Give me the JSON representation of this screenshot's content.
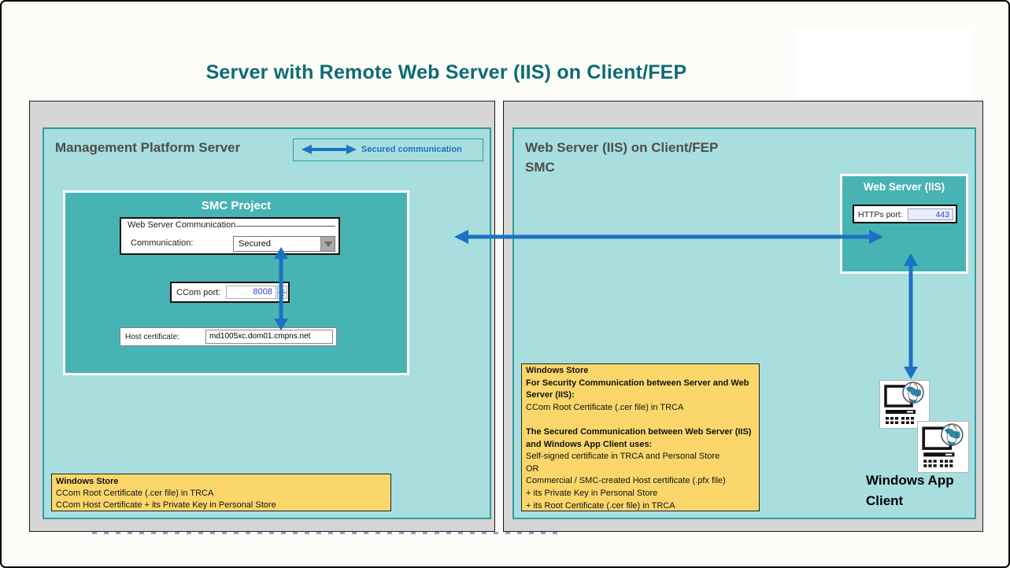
{
  "page": {
    "title": "Server with Remote Web Server (IIS) on Client/FEP"
  },
  "legend": {
    "label": "Secured communication"
  },
  "left": {
    "heading": "Management Platform Server",
    "smc": {
      "title": "SMC Project",
      "group_title": "Web Server Communication",
      "comm_label": "Communication:",
      "comm_value": "Secured",
      "ccom_label": "CCom port:",
      "ccom_value": "8008",
      "host_label": "Host certificate:",
      "host_value": "md1005xc.dom01.cmpns.net"
    },
    "store": {
      "title": "Windows Store",
      "lines": [
        "CCom Root Certificate (.cer file) in TRCA",
        "CCom Host Certificate + its Private Key in Personal Store"
      ]
    }
  },
  "right": {
    "heading1": "Web Server (IIS) on Client/FEP",
    "heading2": "SMC",
    "ws": {
      "title": "Web Server (IIS)",
      "port_label": "HTTPs port:",
      "port_value": "443"
    },
    "store": {
      "title": "Windows Store",
      "s1_head": "For Security Communication between Server and Web Server (IIS):",
      "s1_body": "CCom Root Certificate (.cer file) in TRCA",
      "s2_head": "The Secured Communication between Web Server (IIS) and Windows App Client uses:",
      "s2_lines": [
        "Self-signed certificate in TRCA and Personal Store",
        "OR",
        "Commercial / SMC-created Host certificate (.pfx file)",
        "+ its Private Key in Personal Store",
        "+ its Root Certificate (.cer file) in TRCA"
      ]
    },
    "client1": "Windows App",
    "client2": "Client"
  },
  "colors": {
    "arrow_blue": "#1b72c4",
    "teal_border": "#2e9d9d",
    "teal_mid": "#48b3b3",
    "teal_light": "#a8dede",
    "title_teal": "#0d6b73",
    "note_yellow": "#fbd76b",
    "value_blue": "#3c3ccc",
    "panel_gray": "#d6d6d6"
  }
}
